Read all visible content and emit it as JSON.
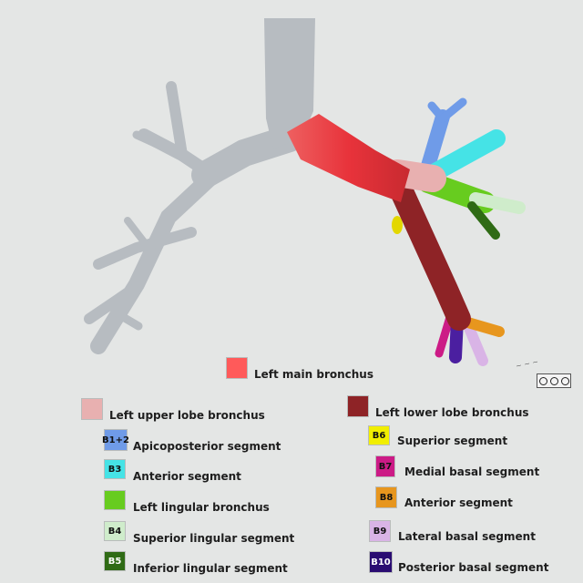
{
  "legend": {
    "main": {
      "label": "Left main bronchus",
      "color": "#ff5a5a"
    },
    "upper": [
      {
        "code": "",
        "label": "Left upper lobe bronchus",
        "color": "#e8b0b0"
      },
      {
        "code": "B1+2",
        "label": "Apicoposterior segment",
        "color": "#6f9be8"
      },
      {
        "code": "B3",
        "label": "Anterior segment",
        "color": "#45e3e6"
      },
      {
        "code": "",
        "label": "Left lingular bronchus",
        "color": "#67cc1f"
      },
      {
        "code": "B4",
        "label": "Superior lingular segment",
        "color": "#cfeccb"
      },
      {
        "code": "B5",
        "label": "Inferior lingular segment",
        "color": "#2f6b15"
      }
    ],
    "lower": [
      {
        "code": "",
        "label": "Left lower lobe bronchus",
        "color": "#8e2326"
      },
      {
        "code": "B6",
        "label": "Superior segment",
        "color": "#f1ee00"
      },
      {
        "code": "B7",
        "label": "Medial basal segment",
        "color": "#cc1b86"
      },
      {
        "code": "B8",
        "label": "Anterior segment",
        "color": "#e7961e"
      },
      {
        "code": "B9",
        "label": "Lateral basal segment",
        "color": "#d9b4e6"
      },
      {
        "code": "B10",
        "label": "Posterior basal segment",
        "color": "#2a0c72"
      }
    ]
  },
  "colors": {
    "trachea": "#b7bcc1",
    "right_bronchi": "#b7bcc1",
    "main": "#e8333b",
    "upper_lobe": "#e8b0b0",
    "lower_lobe": "#8e2326",
    "b1_2": "#6f9be8",
    "b3": "#45e3e6",
    "lingular": "#67cc1f",
    "b4": "#cfeccb",
    "b5": "#2f6b15",
    "b6": "#e3d700",
    "b7": "#cc1b86",
    "b8": "#e7961e",
    "b9": "#d9b4e6",
    "b10": "#4b1fa0"
  }
}
